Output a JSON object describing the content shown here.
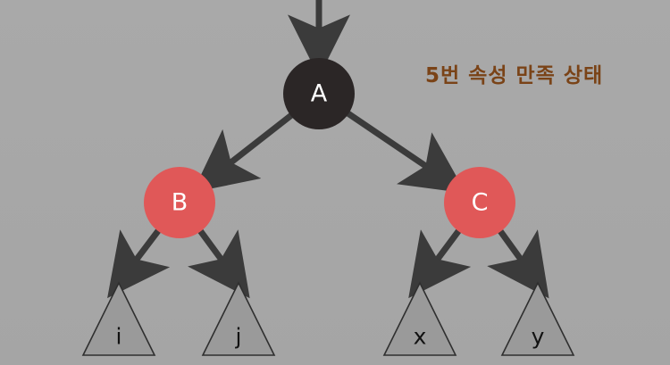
{
  "caption": "5번 속성 만족 상태",
  "colors": {
    "background": "#a7a7a7",
    "black_node": "#2b2626",
    "red_node": "#e05858",
    "edge": "#3b3b3b",
    "leaf_fill": "#9a9a9a",
    "caption_text": "#7a4317"
  },
  "nodes": {
    "A": {
      "label": "A",
      "color": "black"
    },
    "B": {
      "label": "B",
      "color": "red"
    },
    "C": {
      "label": "C",
      "color": "red"
    }
  },
  "leaves": {
    "i": {
      "label": "i"
    },
    "j": {
      "label": "j"
    },
    "x": {
      "label": "x"
    },
    "y": {
      "label": "y"
    }
  },
  "edges": [
    {
      "from": "parent",
      "to": "A"
    },
    {
      "from": "A",
      "to": "B"
    },
    {
      "from": "A",
      "to": "C"
    },
    {
      "from": "B",
      "to": "i"
    },
    {
      "from": "B",
      "to": "j"
    },
    {
      "from": "C",
      "to": "x"
    },
    {
      "from": "C",
      "to": "y"
    }
  ]
}
